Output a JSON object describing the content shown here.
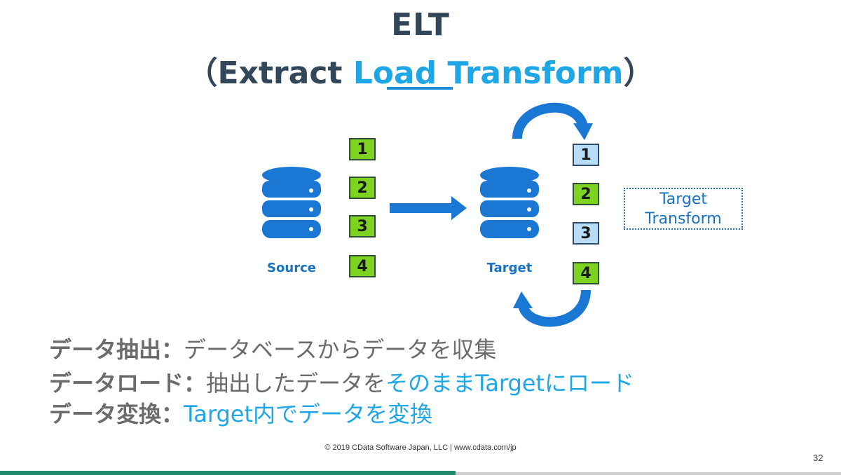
{
  "title": {
    "line1": "ELT",
    "open_paren": "（",
    "extract": "Extract ",
    "load": "Load",
    "space": " ",
    "transform": "Transform",
    "close_paren": "）"
  },
  "diagram": {
    "source_label": "Source",
    "target_label": "Target",
    "source_items": [
      "1",
      "2",
      "3",
      "4"
    ],
    "target_items": [
      "1",
      "2",
      "3",
      "4"
    ],
    "transform_box": {
      "line1": "Target",
      "line2": "Transform"
    },
    "colors": {
      "db": "#1a78d4",
      "arrow": "#1a78d4",
      "green_box": "#7ed321",
      "blue_box": "#b8dcf6"
    }
  },
  "bullets": [
    {
      "term": "データ抽出：",
      "parts": [
        {
          "text": "データベースからデータを収集",
          "style": "plain"
        }
      ]
    },
    {
      "term": "データロード：",
      "parts": [
        {
          "text": "抽出したデータを",
          "style": "plain"
        },
        {
          "text": "そのままTargetにロード",
          "style": "hl"
        }
      ]
    },
    {
      "term": "データ変換：",
      "parts": [
        {
          "text": "Target内でデータを変換",
          "style": "hl"
        }
      ]
    }
  ],
  "footer": {
    "copyright": "© 2019 CData Software Japan, LLC |  www.cdata.com/jp",
    "page_number": "32"
  }
}
